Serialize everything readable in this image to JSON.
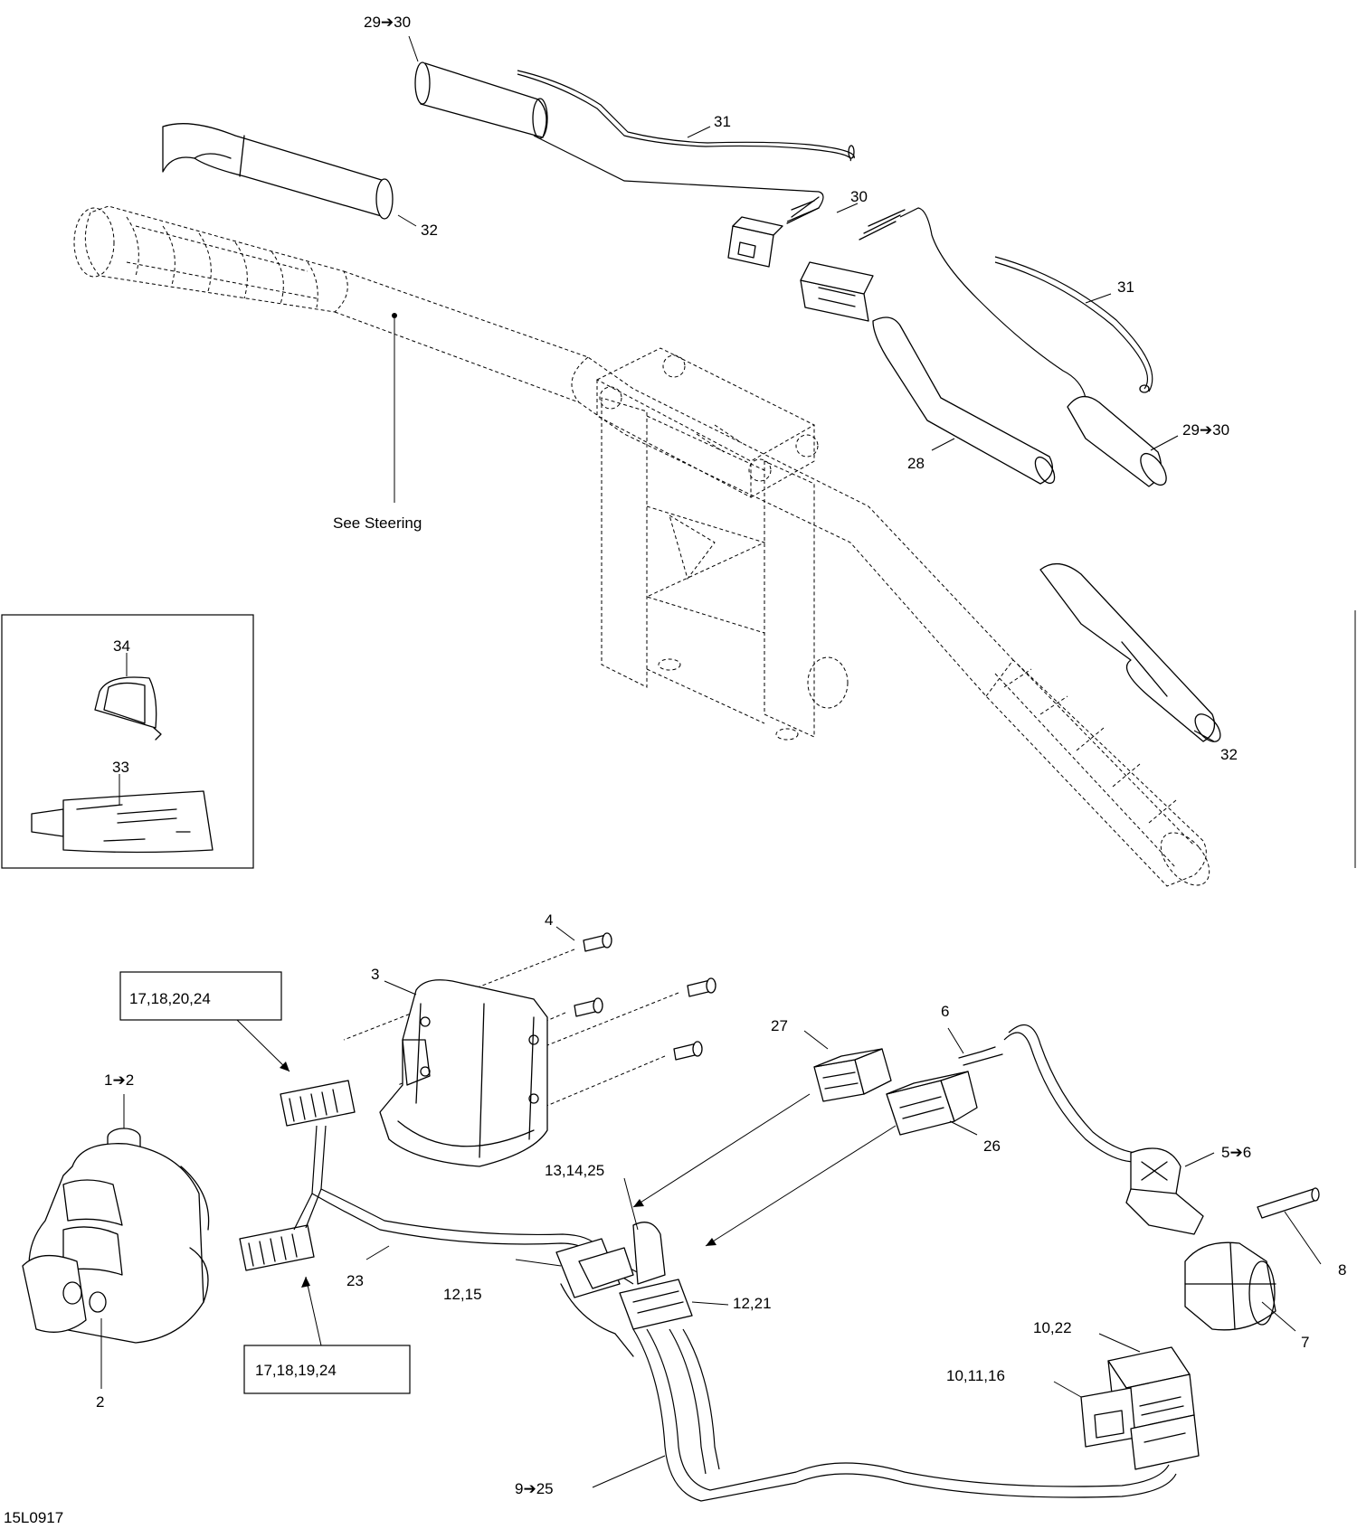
{
  "diagram": {
    "callouts": {
      "c29_30_top": "29➔30",
      "c31_top": "31",
      "c32_top": "32",
      "c30": "30",
      "c31_right": "31",
      "c29_30_right": "29➔30",
      "c28": "28",
      "see_steering": "See Steering",
      "c32_bottom": "32",
      "c34": "34",
      "c33": "33",
      "c4": "4",
      "c3": "3",
      "c17_18_20_24": "17,18,20,24",
      "c27": "27",
      "c6": "6",
      "c1_2": "1➔2",
      "c26": "26",
      "c5_6": "5➔6",
      "c13_14_25": "13,14,25",
      "c23": "23",
      "c12_15": "12,15",
      "c12_21": "12,21",
      "c8": "8",
      "c7": "7",
      "c17_18_19_24": "17,18,19,24",
      "c2": "2",
      "c10_22": "10,22",
      "c10_11_16": "10,11,16",
      "c9_25": "9➔25",
      "drawing_number": "15L0917"
    }
  }
}
